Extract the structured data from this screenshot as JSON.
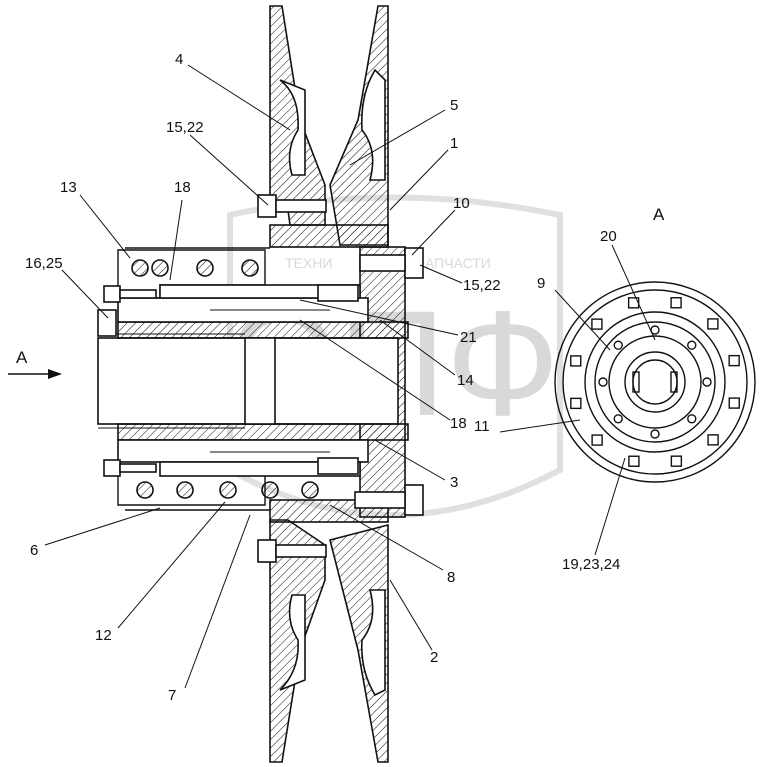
{
  "view_label": "A",
  "arrow_label": "A",
  "watermark": {
    "main": "ЭПФ",
    "left_text": "ТЕХНИ",
    "right_text": "АПЧАСТИ"
  },
  "callouts": [
    {
      "id": "c4",
      "text": "4"
    },
    {
      "id": "c5",
      "text": "5"
    },
    {
      "id": "c1",
      "text": "1"
    },
    {
      "id": "c1522a",
      "text": "15,22"
    },
    {
      "id": "c13",
      "text": "13"
    },
    {
      "id": "c18a",
      "text": "18"
    },
    {
      "id": "c10",
      "text": "10"
    },
    {
      "id": "c1625",
      "text": "16,25"
    },
    {
      "id": "c1522b",
      "text": "15,22"
    },
    {
      "id": "c9",
      "text": "9"
    },
    {
      "id": "c20",
      "text": "20"
    },
    {
      "id": "c21",
      "text": "21"
    },
    {
      "id": "c14",
      "text": "14"
    },
    {
      "id": "c18b",
      "text": "18"
    },
    {
      "id": "c11",
      "text": "11"
    },
    {
      "id": "c3",
      "text": "3"
    },
    {
      "id": "c6",
      "text": "6"
    },
    {
      "id": "c8",
      "text": "8"
    },
    {
      "id": "c12",
      "text": "12"
    },
    {
      "id": "c2",
      "text": "2"
    },
    {
      "id": "c7",
      "text": "7"
    },
    {
      "id": "c192324",
      "text": "19,23,24"
    }
  ]
}
